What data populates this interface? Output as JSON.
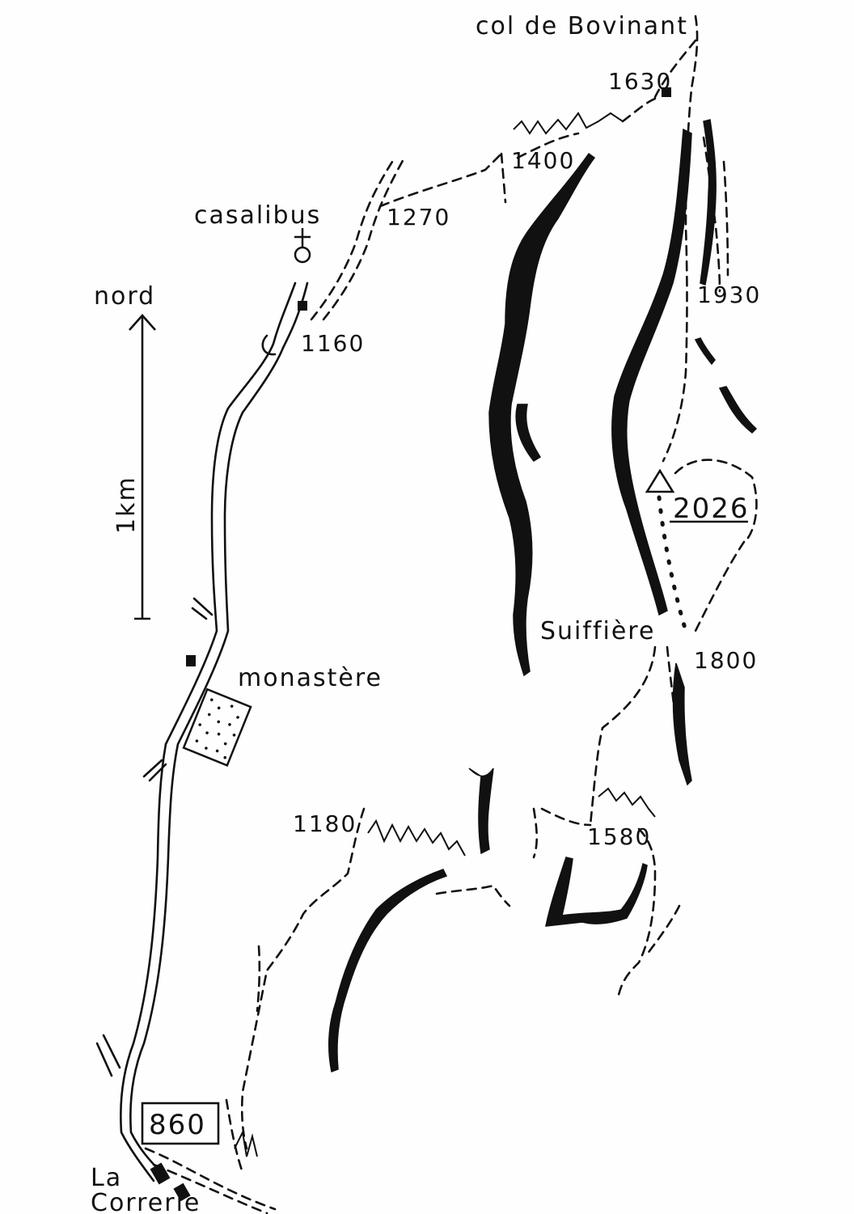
{
  "map": {
    "labels": {
      "col_bovinant": "col de Bovinant",
      "casalibus": "casalibus",
      "nord": "nord",
      "scale": "1km",
      "monastere": "monastère",
      "suiffiere": "Suiffière",
      "la": "La",
      "correrie": "Correrie"
    },
    "elevations": {
      "e1630": "1630",
      "e1400": "1400",
      "e1270": "1270",
      "e1160": "1160",
      "e1930": "1930",
      "e2026": "2026",
      "e1800": "1800",
      "e1180": "1180",
      "e1580": "1580",
      "e860": "860"
    },
    "colors": {
      "ink": "#111111",
      "paper": "#fefefe"
    },
    "icons": [
      "north-arrow-icon",
      "summit-triangle-icon",
      "chapel-cross-icon",
      "building-square-icon"
    ]
  }
}
